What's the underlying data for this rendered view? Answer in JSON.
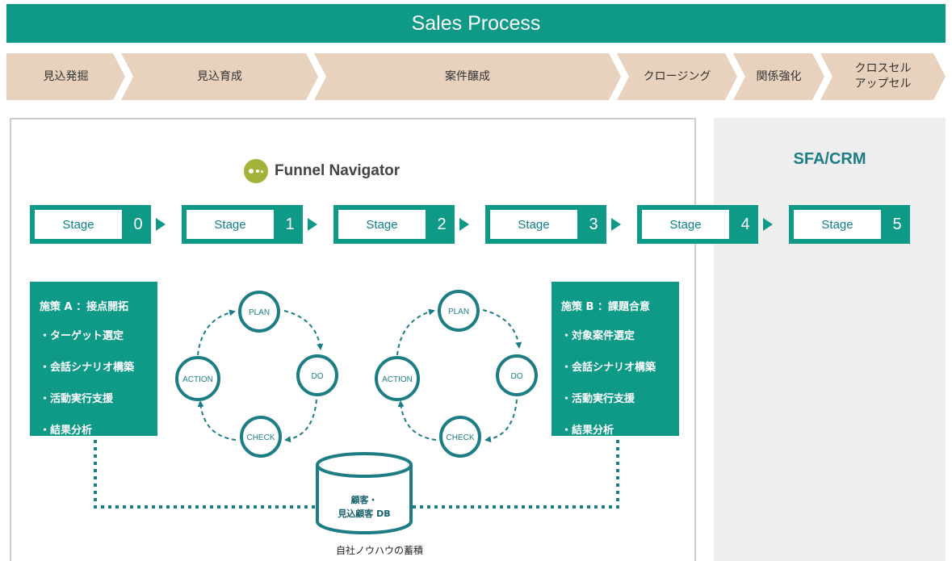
{
  "banner": {
    "title": "Sales Process"
  },
  "phases": [
    {
      "label": "見込発掘"
    },
    {
      "label": "見込育成"
    },
    {
      "label": "案件醸成"
    },
    {
      "label": "クロージング"
    },
    {
      "label": "関係強化"
    },
    {
      "label": "クロスセル\nアップセル"
    }
  ],
  "funnel_navigator": {
    "name": "Funnel Navigator"
  },
  "sfa": {
    "title": "SFA/CRM"
  },
  "stages": [
    {
      "label": "Stage",
      "number": "0"
    },
    {
      "label": "Stage",
      "number": "1"
    },
    {
      "label": "Stage",
      "number": "2"
    },
    {
      "label": "Stage",
      "number": "3"
    },
    {
      "label": "Stage",
      "number": "4"
    },
    {
      "label": "Stage",
      "number": "5"
    }
  ],
  "measure_a": {
    "title": "施策 A ：接点開拓",
    "items": [
      "・ターゲット選定",
      "・会話シナリオ構築",
      "・活動実行支援",
      "・結果分析"
    ]
  },
  "measure_b": {
    "title": "施策 B ：課題合意",
    "items": [
      "・対象案件選定",
      "・会話シナリオ構築",
      "・活動実行支援",
      "・結果分析"
    ]
  },
  "pdca": {
    "plan": "PLAN",
    "do": "DO",
    "check": "CHECK",
    "action": "ACTION"
  },
  "database": {
    "line1": "顧客・",
    "line2": "見込顧客 DB"
  },
  "caption": "自社ノウハウの蓄積",
  "colors": {
    "teal": "#0f9a88",
    "phase_beige": "#e8d2bd",
    "circle_stroke": "#1c7d84",
    "sfa_panel": "#eeeeee"
  },
  "icons": {
    "logo": "funnel-navigator-logo-icon"
  }
}
